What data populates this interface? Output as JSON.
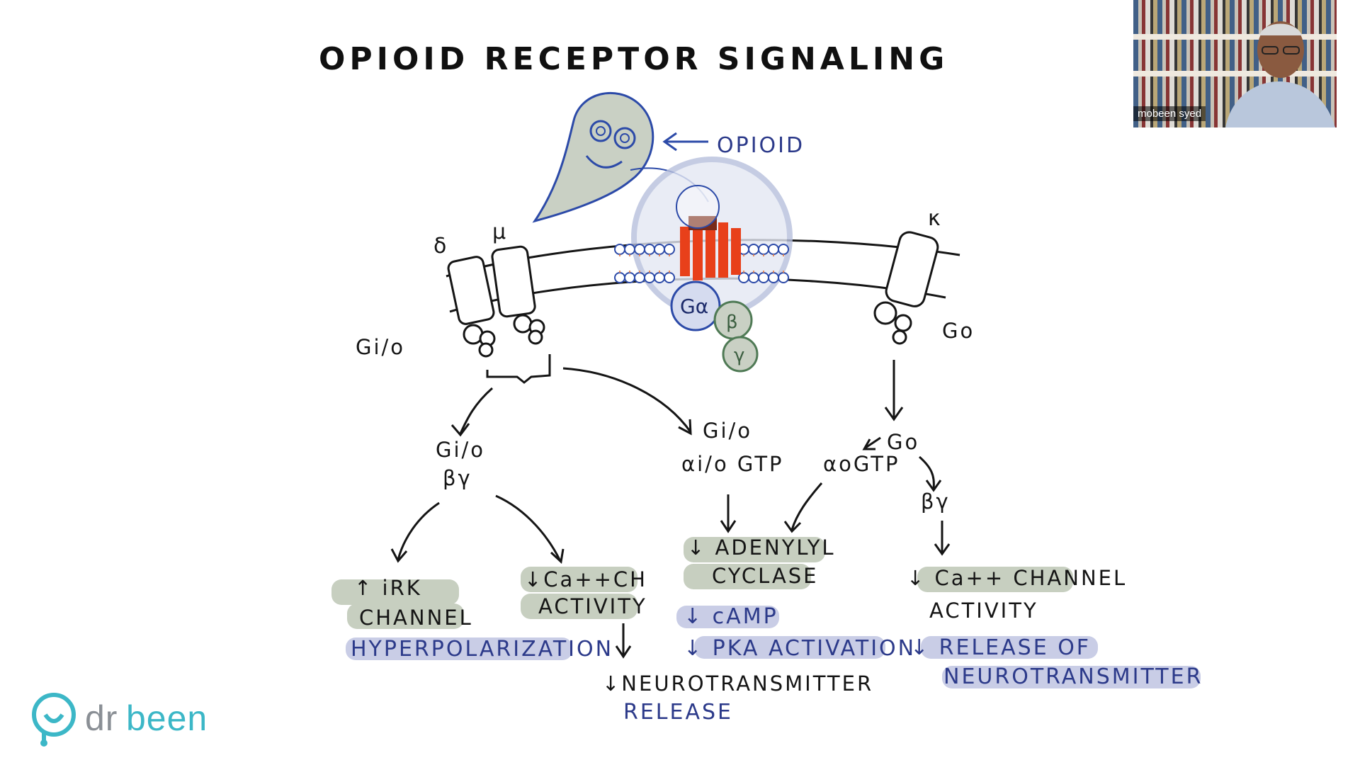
{
  "title": "OPIOID RECEPTOR SIGNALING",
  "labels": {
    "opioid": "OPIOID",
    "delta": "δ",
    "mu": "μ",
    "kappa": "κ",
    "g_alpha": "Gα",
    "beta": "β",
    "gamma": "γ",
    "gi_o_left": "Gi/o",
    "go_right": "Go",
    "gi_o_beta_gamma_1": "Gi/o",
    "gi_o_beta_gamma_2": "βγ",
    "gi_o_alpha_1": "Gi/o",
    "gi_o_alpha_2": "αi/o GTP",
    "go_alpha": "αoGTP",
    "go_small": "Go",
    "go_beta_gamma": "βγ"
  },
  "effects": {
    "irk_1": "↑ iRK",
    "irk_2": "CHANNEL",
    "hyper": "HYPERPOLARIZATION",
    "ca_left_1": "↓Ca++CH",
    "ca_left_2": "ACTIVITY",
    "neuro_left_1": "↓NEUROTRANSMITTER",
    "neuro_left_2": "RELEASE",
    "adenylyl_1": "↓ ADENYLYL",
    "adenylyl_2": "CYCLASE",
    "camp": "↓ cAMP",
    "pka": "↓ PKA ACTIVATION",
    "ca_right_1": "↓ Ca++ CHANNEL",
    "ca_right_2": "ACTIVITY",
    "release_right_1": "↓ RELEASE OF",
    "release_right_2": "NEUROTRANSMITTER"
  },
  "video": {
    "name": "mobeen syed"
  },
  "logo": {
    "part1": "dr",
    "part2": "been"
  },
  "colors": {
    "green_highlight": "#c7cfc0",
    "blue_highlight": "#c9cde6",
    "receptor_red": "#e8401a",
    "ink_blue": "#2c4aa8",
    "brand_teal": "#3cb7c7"
  }
}
